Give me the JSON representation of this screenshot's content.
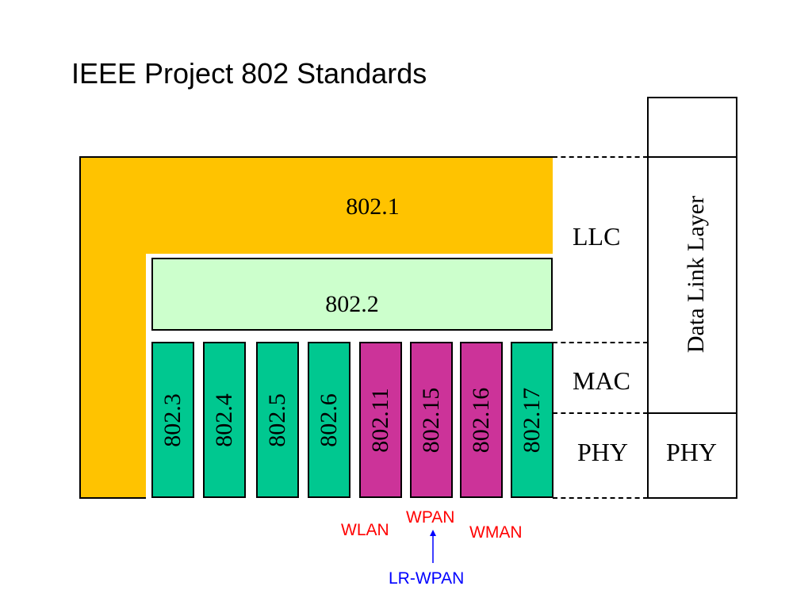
{
  "title": "IEEE Project 802 Standards",
  "std_8021": "802.1",
  "std_8022": "802.2",
  "mac_standards": [
    {
      "label": "802.3",
      "color": "#00c890"
    },
    {
      "label": "802.4",
      "color": "#00c890"
    },
    {
      "label": "802.5",
      "color": "#00c890"
    },
    {
      "label": "802.6",
      "color": "#00c890"
    },
    {
      "label": "802.11",
      "color": "#cc3399"
    },
    {
      "label": "802.15",
      "color": "#cc3399"
    },
    {
      "label": "802.16",
      "color": "#cc3399"
    },
    {
      "label": "802.17",
      "color": "#00c890"
    }
  ],
  "layers": {
    "llc": "LLC",
    "mac": "MAC",
    "phy": "PHY",
    "data_link_layer": "Data Link Layer",
    "phy_osi": "PHY"
  },
  "wireless_labels": {
    "wlan": "WLAN",
    "wpan": "WPAN",
    "wman": "WMAN",
    "lr_wpan": "LR-WPAN"
  },
  "colors": {
    "std_8021": "#ffc300",
    "std_8022": "#ccffcc",
    "wired": "#00c890",
    "wireless": "#cc3399",
    "wireless_label": "#ff0000",
    "lr_wpan_label": "#0000ff"
  }
}
